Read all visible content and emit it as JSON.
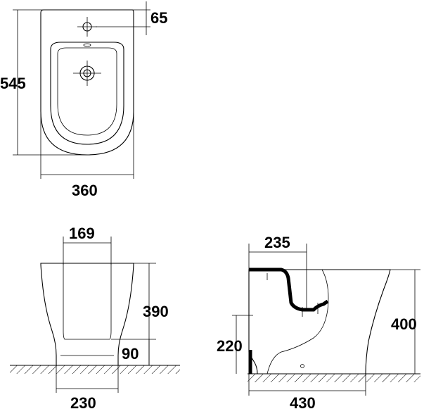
{
  "dimensions": {
    "top_view": {
      "tap_offset": "65",
      "length": "545",
      "width": "360"
    },
    "front_view": {
      "top_width": "169",
      "height": "390",
      "inlet_height": "90",
      "base_width": "230"
    },
    "side_view": {
      "tap_to_wall": "235",
      "height": "400",
      "outlet_height": "220",
      "depth": "430"
    }
  }
}
